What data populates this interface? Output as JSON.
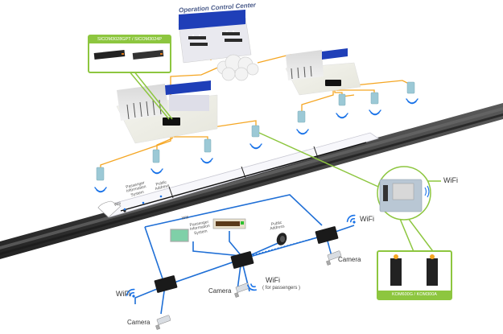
{
  "diagram": {
    "title": "Railway onboard and trackside network topology",
    "operation_center": {
      "label": "Operation Control Center"
    },
    "top_products": {
      "label": "SICOM3028GPT / SICOM3024P"
    },
    "bottom_products": {
      "label": "KOM600G / KOM300A"
    },
    "callout": {
      "wifi_label": "WiFi"
    },
    "train_labels": {
      "wifi": "Wifi",
      "pis": "Passenger\nInformation\nSystem",
      "pa": "Public\nAddress"
    },
    "onboard": {
      "wifi_small": "Wifi",
      "pis_small": "Passenger\nInformation\nSystem",
      "public_address": "Public\nAddress",
      "wifi_right": "WiFi",
      "camera_right": "Camera",
      "wifi_left": "WiFi",
      "camera_mid": "Camera",
      "wifi_passengers": "WiFi",
      "wifi_passengers_note": "( for passengers )",
      "camera_bottom": "Camera"
    },
    "colors": {
      "trackside_link": "#f5a623",
      "onboard_link": "#1f6fd6",
      "callout_line": "#8dc63f",
      "wifi_signal": "#1a73e8",
      "rail": "#3a3a3a",
      "ap": "#9cc9d6"
    }
  }
}
